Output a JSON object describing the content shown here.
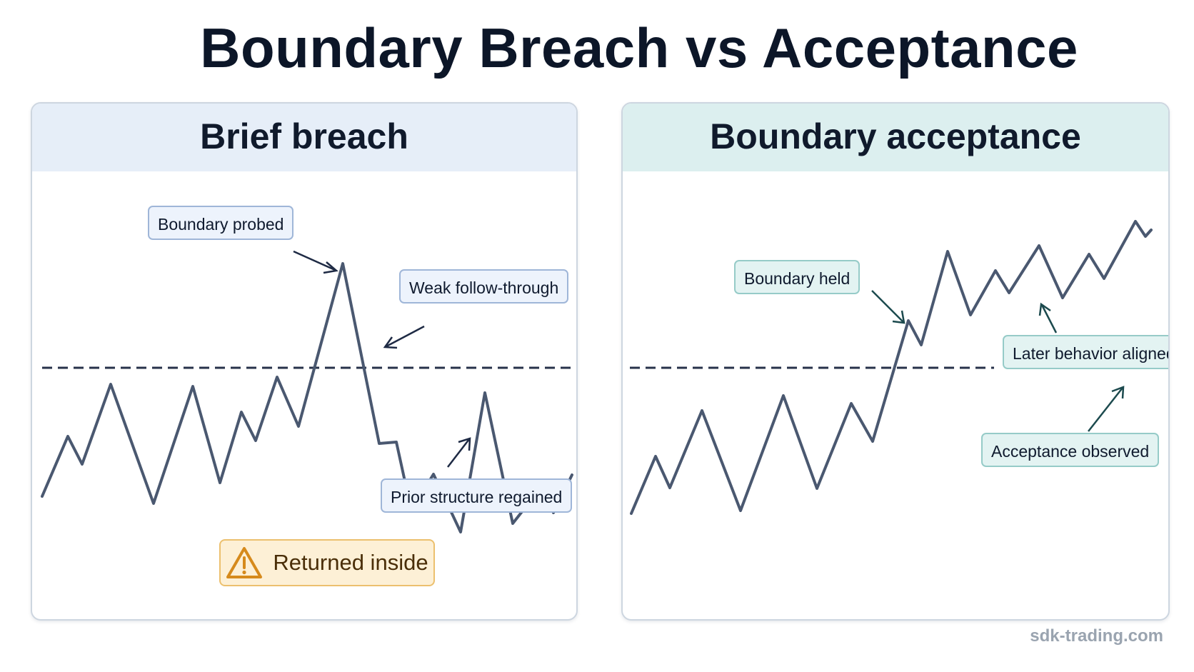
{
  "title": "Boundary Breach vs Acceptance",
  "left_panel": {
    "title": "Brief breach",
    "callouts": {
      "probed": "Boundary probed",
      "weak": "Weak follow-through",
      "regained": "Prior structure regained"
    },
    "warning": {
      "label": "Returned inside",
      "icon": "warning-triangle-icon",
      "color": "#d68a1c"
    }
  },
  "right_panel": {
    "title": "Boundary acceptance",
    "callouts": {
      "held": "Boundary held",
      "aligned": "Later behavior aligned",
      "observed": "Acceptance observed"
    }
  },
  "footer": "sdk-trading.com",
  "colors": {
    "line": "#4a5870",
    "boundary": "#27324a",
    "arrow_blue": "#1e2a44",
    "arrow_teal": "#1c4a4e"
  }
}
